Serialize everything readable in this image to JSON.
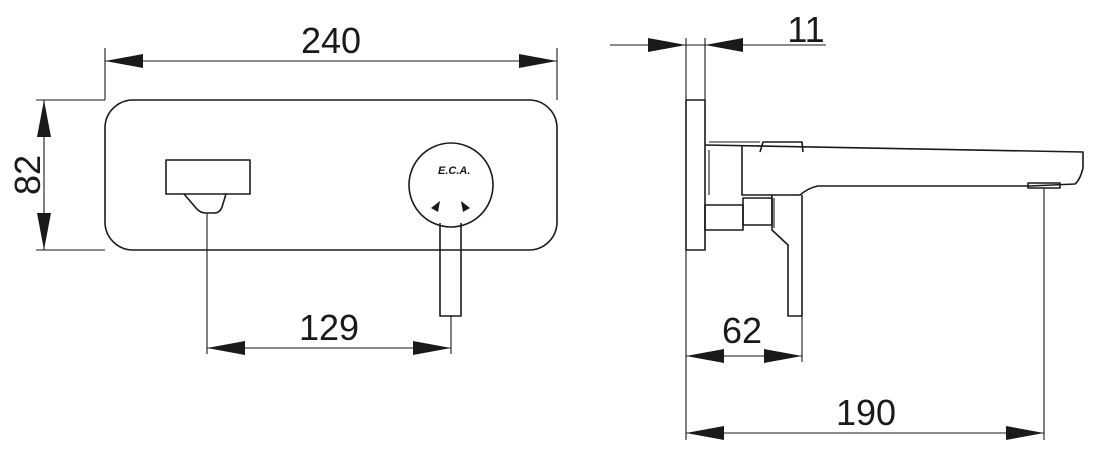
{
  "front_view": {
    "width_label": "240",
    "height_label": "82",
    "spout_to_lever_label": "129",
    "logo_text": "E.C.A."
  },
  "side_view": {
    "plate_thickness_label": "11",
    "lever_depth_label": "62",
    "spout_projection_label": "190"
  },
  "colors": {
    "line": "#1a1a1a",
    "background": "#ffffff"
  }
}
